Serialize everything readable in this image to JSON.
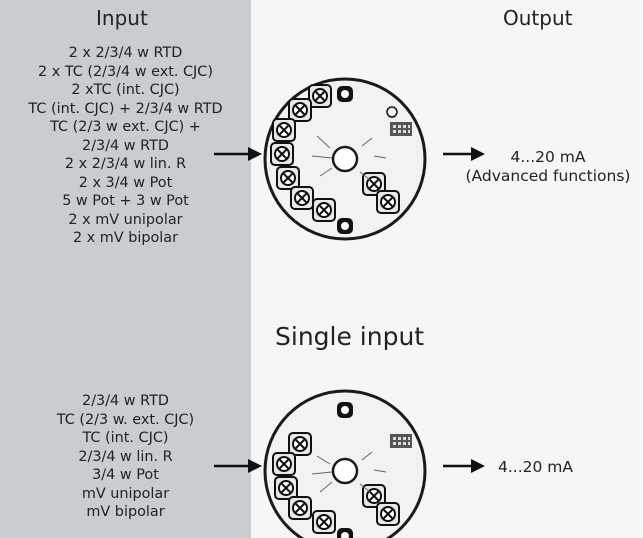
{
  "dual_input": {
    "input_title": "Input",
    "output_title": "Output",
    "inputs": [
      "2 x 2/3/4 w RTD",
      "2 x TC (2/3/4 w ext. CJC)",
      "2 xTC (int. CJC)",
      "TC (int. CJC) + 2/3/4 w RTD",
      "TC (2/3 w ext. CJC) +",
      "2/3/4 w RTD",
      "2 x 2/3/4 w lin. R",
      "2 x 3/4 w Pot",
      "5 w Pot + 3 w Pot",
      "2 x mV unipolar",
      "2 x mV bipolar"
    ],
    "output_line1": "4...20 mA",
    "output_line2": "(Advanced functions)"
  },
  "single_input": {
    "title": "Single input",
    "inputs": [
      "2/3/4 w RTD",
      "TC (2/3 w. ext. CJC)",
      "TC (int. CJC)",
      "2/3/4 w lin. R",
      "3/4 w Pot",
      "mV unipolar",
      "mV bipolar"
    ],
    "output": "4...20 mA"
  },
  "colors": {
    "left_panel": "#c9cdcf",
    "right_panel": "#f6f6f6",
    "text": "#222222"
  }
}
